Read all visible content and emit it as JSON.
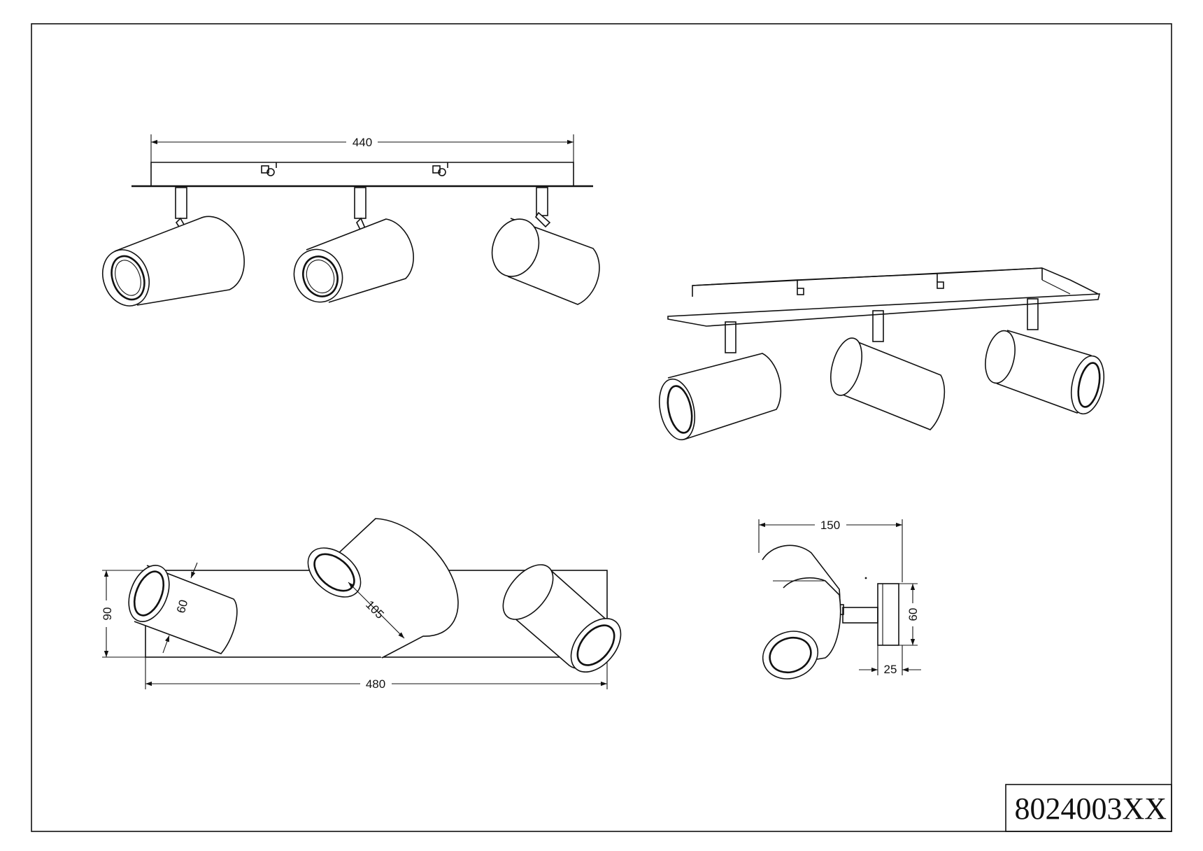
{
  "product_code": "8024003XX",
  "dimensions": {
    "front_width": "440",
    "bottom_length": "480",
    "bottom_height": "90",
    "shade_diameter": "60",
    "shade_length": "105",
    "side_depth": "150",
    "side_plate_height": "60",
    "side_plate_offset": "25"
  }
}
